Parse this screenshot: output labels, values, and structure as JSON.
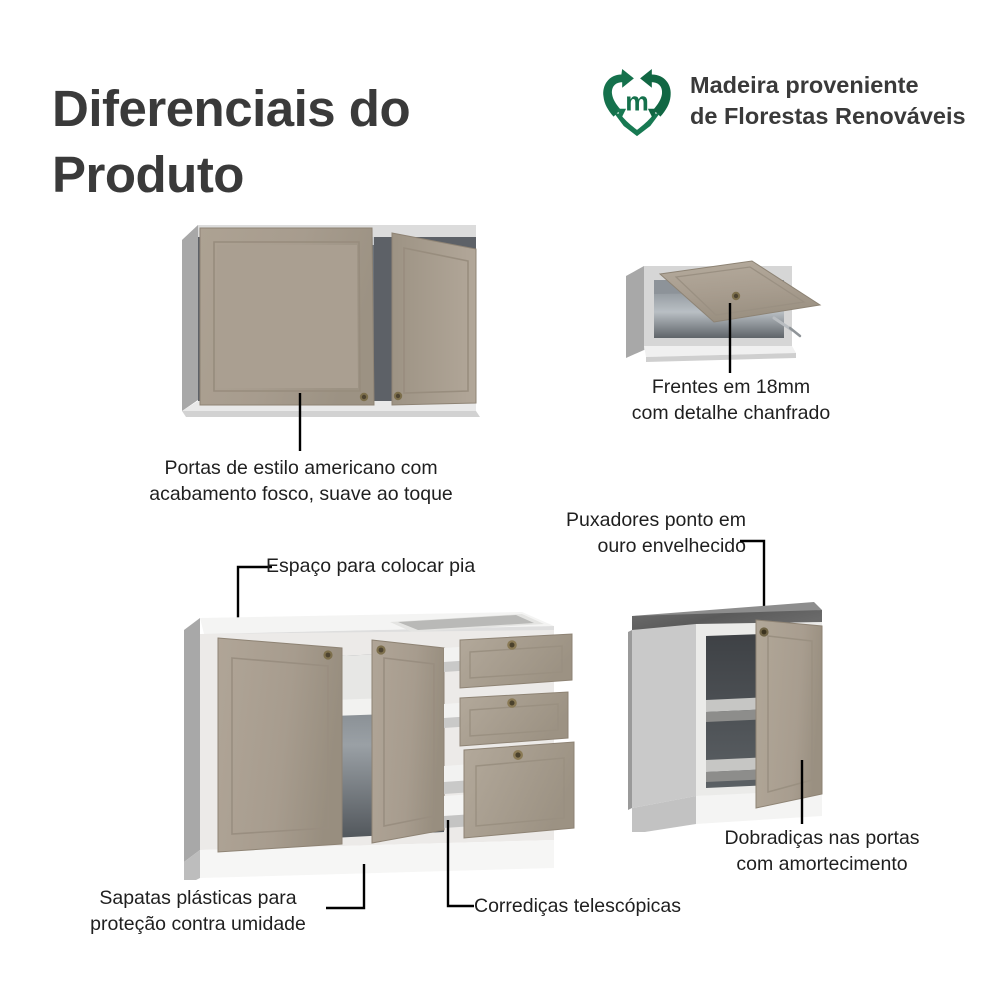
{
  "header": {
    "title": "Diferenciais do\nProduto",
    "badge": {
      "icon": "recycle-heart-logo",
      "text": "Madeira proveniente\nde Florestas Renováveis",
      "logo_letter": "m",
      "logo_color": "#15714c",
      "logo_color_dark": "#0d5a3c"
    }
  },
  "palette": {
    "background": "#ffffff",
    "title_text": "#3a3a3a",
    "caption_text": "#1f1f1f",
    "leader_line": "#000000",
    "door_face": "#a79c8e",
    "door_face_light": "#b4aa9c",
    "door_face_shade": "#938878",
    "door_edge": "#8d8273",
    "carcass_white": "#f2f2f0",
    "carcass_side": "#a8a8a8",
    "carcass_side_dark": "#9a9a9a",
    "interior_dark": "#4e5155",
    "interior_mid": "#6e7378",
    "countertop_grey": "#5c5c5c",
    "countertop_grey_light": "#767676",
    "knob_brass": "#8a7a55",
    "knob_brass_dark": "#4a412c"
  },
  "features": [
    {
      "id": "portas-estilo-americano",
      "label": "Portas de estilo americano com\nacabamento fosco, suave ao toque",
      "illustration": "wall-cabinet-two-doors"
    },
    {
      "id": "frentes-18mm",
      "label": "Frentes em 18mm\ncom detalhe chanfrado",
      "illustration": "wall-cabinet-flip-up-door"
    },
    {
      "id": "espaco-pia",
      "label": "Espaço para colocar pia",
      "illustration": "base-cabinet-sink-space"
    },
    {
      "id": "puxadores-ouro",
      "label": "Puxadores ponto em\nouro envelhecido",
      "illustration": "knob-detail"
    },
    {
      "id": "sapatas-plasticas",
      "label": "Sapatas plásticas para\nproteção contra umidade",
      "illustration": "plinth-detail"
    },
    {
      "id": "corredicas-telescopicas",
      "label": "Corrediças telescópicas",
      "illustration": "drawer-slide-detail"
    },
    {
      "id": "dobradicas-amortecimento",
      "label": "Dobradiças nas portas\ncom amortecimento",
      "illustration": "base-cabinet-one-door"
    }
  ]
}
